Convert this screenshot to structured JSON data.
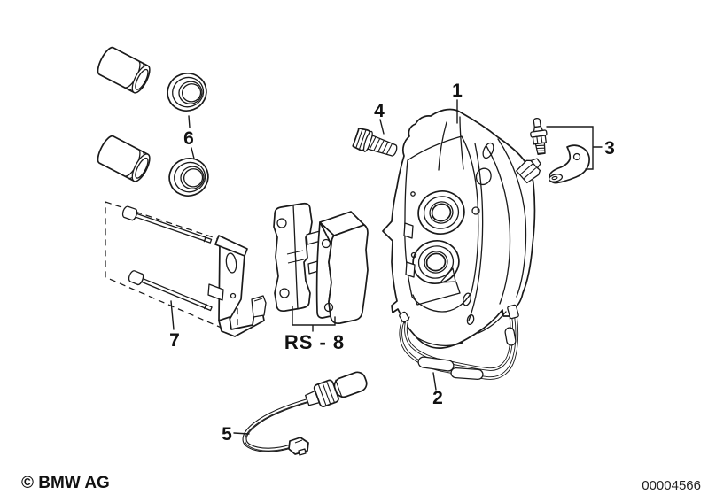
{
  "callouts": {
    "one": "1",
    "two": "2",
    "three": "3",
    "four": "4",
    "five": "5",
    "six": "6",
    "seven": "7",
    "pads": "RS - 8"
  },
  "footer": {
    "copyright": "© BMW AG",
    "image_number": "00004566"
  },
  "colors": {
    "line": "#1a1a1a",
    "background": "#ffffff"
  }
}
